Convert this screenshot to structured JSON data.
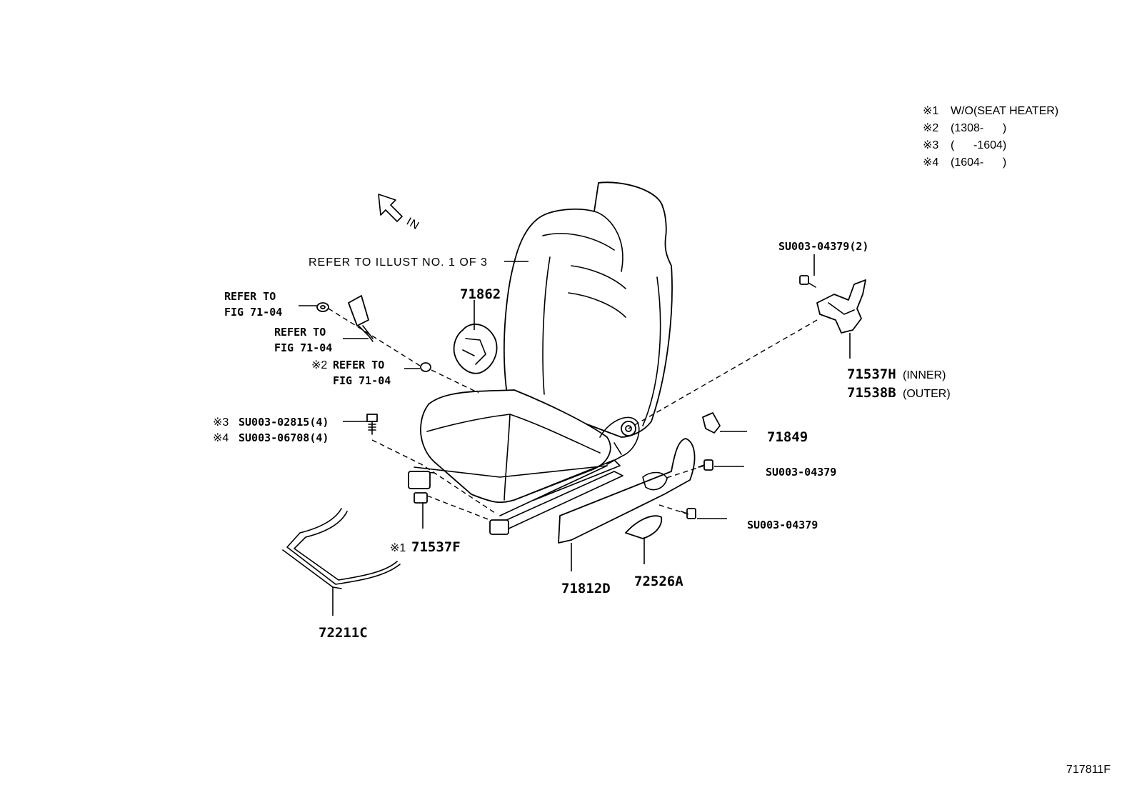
{
  "notes": [
    {
      "mark": "※1",
      "text": "W/O(SEAT HEATER)"
    },
    {
      "mark": "※2",
      "text": "(1308-      )"
    },
    {
      "mark": "※3",
      "text": "(      -1604)"
    },
    {
      "mark": "※4",
      "text": "(1604-      )"
    }
  ],
  "direction_label": "IN",
  "refer_illust": "REFER TO ILLUST NO. 1 OF 3",
  "refer_fig_a": {
    "line1": "REFER TO",
    "line2": "FIG 71-04"
  },
  "refer_fig_b": {
    "line1": "REFER TO",
    "line2": "FIG 71-04"
  },
  "refer_fig_c": {
    "mark": "※2",
    "line1": "REFER TO",
    "line2": "FIG 71-04"
  },
  "parts": {
    "p71862": "71862",
    "p_su_top": "SU003-04379(2)",
    "p71537h": "71537H",
    "p71537h_note": "(INNER)",
    "p71538b": "71538B",
    "p71538b_note": "(OUTER)",
    "p_mark3": "※3",
    "p_su02815": "SU003-02815(4)",
    "p_mark4": "※4",
    "p_su06708": "SU003-06708(4)",
    "p71849": "71849",
    "p_su_mid": "SU003-04379",
    "p_su_low": "SU003-04379",
    "p_mark1": "※1",
    "p71537f": "71537F",
    "p71812d": "71812D",
    "p72526a": "72526A",
    "p72211c": "72211C"
  },
  "figure_id": "717811F"
}
